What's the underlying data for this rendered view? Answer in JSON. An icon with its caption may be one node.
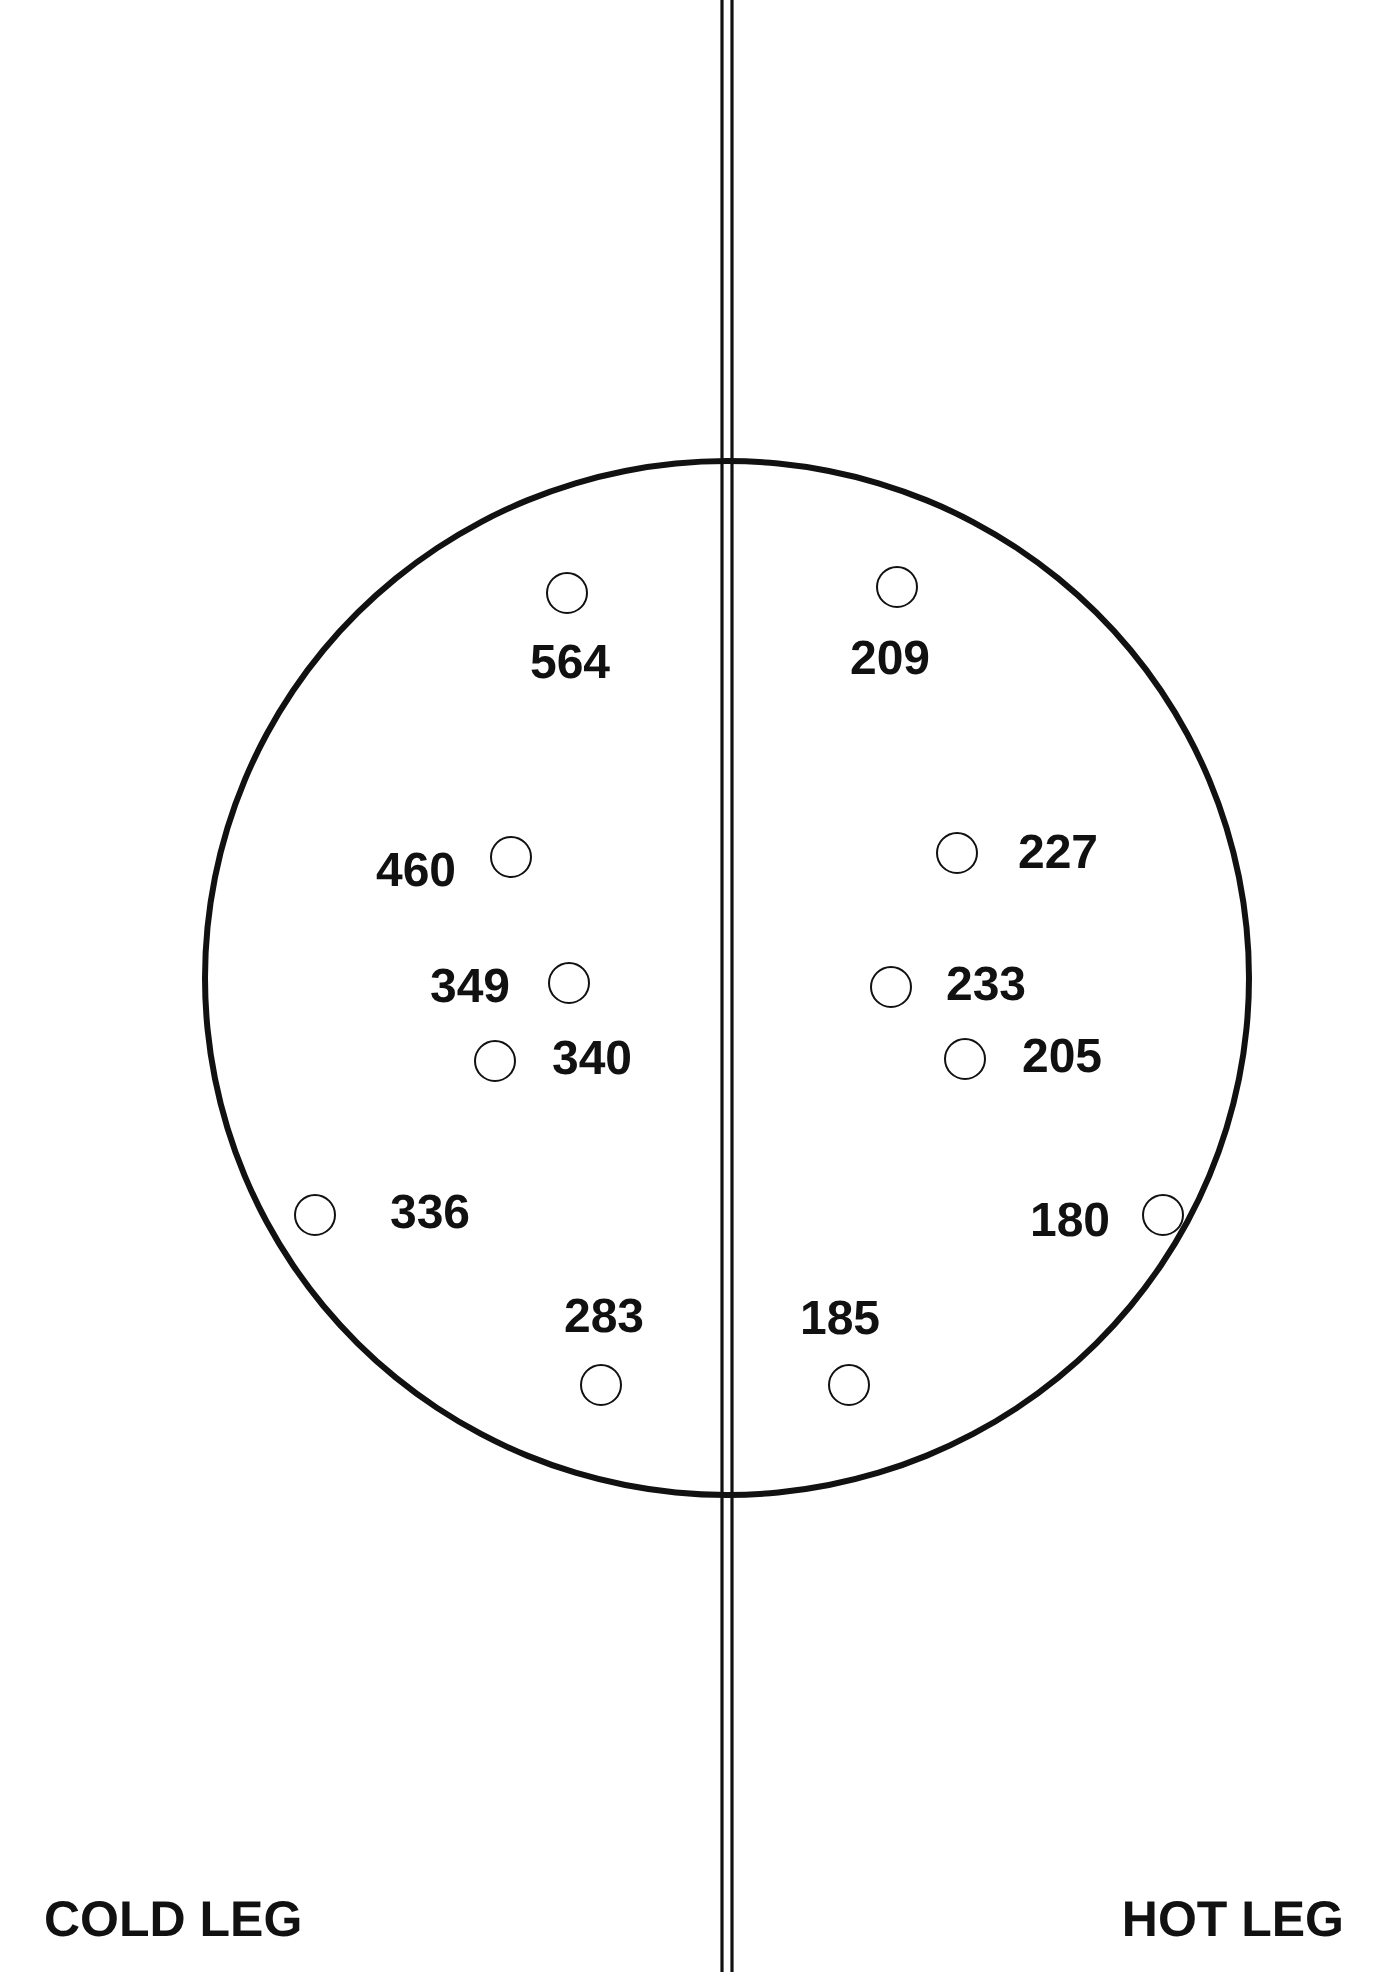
{
  "diagram": {
    "nodes": [
      {
        "text": [],
        "shape": "circle"
      },
      {
        "text": [],
        "shape": "circle",
        "in": 0,
        "beside": [
          "564"
        ]
      },
      {
        "text": [],
        "shape": "circle",
        "in": 0,
        "beside": [
          "209"
        ]
      },
      {
        "text": [],
        "shape": "circle",
        "in": 0,
        "beside": [
          "460"
        ]
      },
      {
        "text": [],
        "shape": "circle",
        "in": 0,
        "beside": [
          "227"
        ]
      },
      {
        "text": [],
        "shape": "circle",
        "in": 0,
        "beside": [
          "349"
        ]
      },
      {
        "text": [],
        "shape": "circle",
        "in": 0,
        "beside": [
          "233"
        ]
      },
      {
        "text": [],
        "shape": "circle",
        "in": 0,
        "beside": [
          "340"
        ]
      },
      {
        "text": [],
        "shape": "circle",
        "in": 0,
        "beside": [
          "205"
        ]
      },
      {
        "text": [],
        "shape": "circle",
        "in": 0,
        "beside": [
          "336"
        ]
      },
      {
        "text": [],
        "shape": "circle",
        "in": 0,
        "beside": [
          "180"
        ]
      },
      {
        "text": [],
        "shape": "circle",
        "in": 0,
        "beside": [
          "283"
        ]
      },
      {
        "text": [],
        "shape": "circle",
        "in": 0,
        "beside": [
          "185"
        ]
      }
    ],
    "labels": [
      "COLD LEG",
      "HOT LEG"
    ]
  }
}
